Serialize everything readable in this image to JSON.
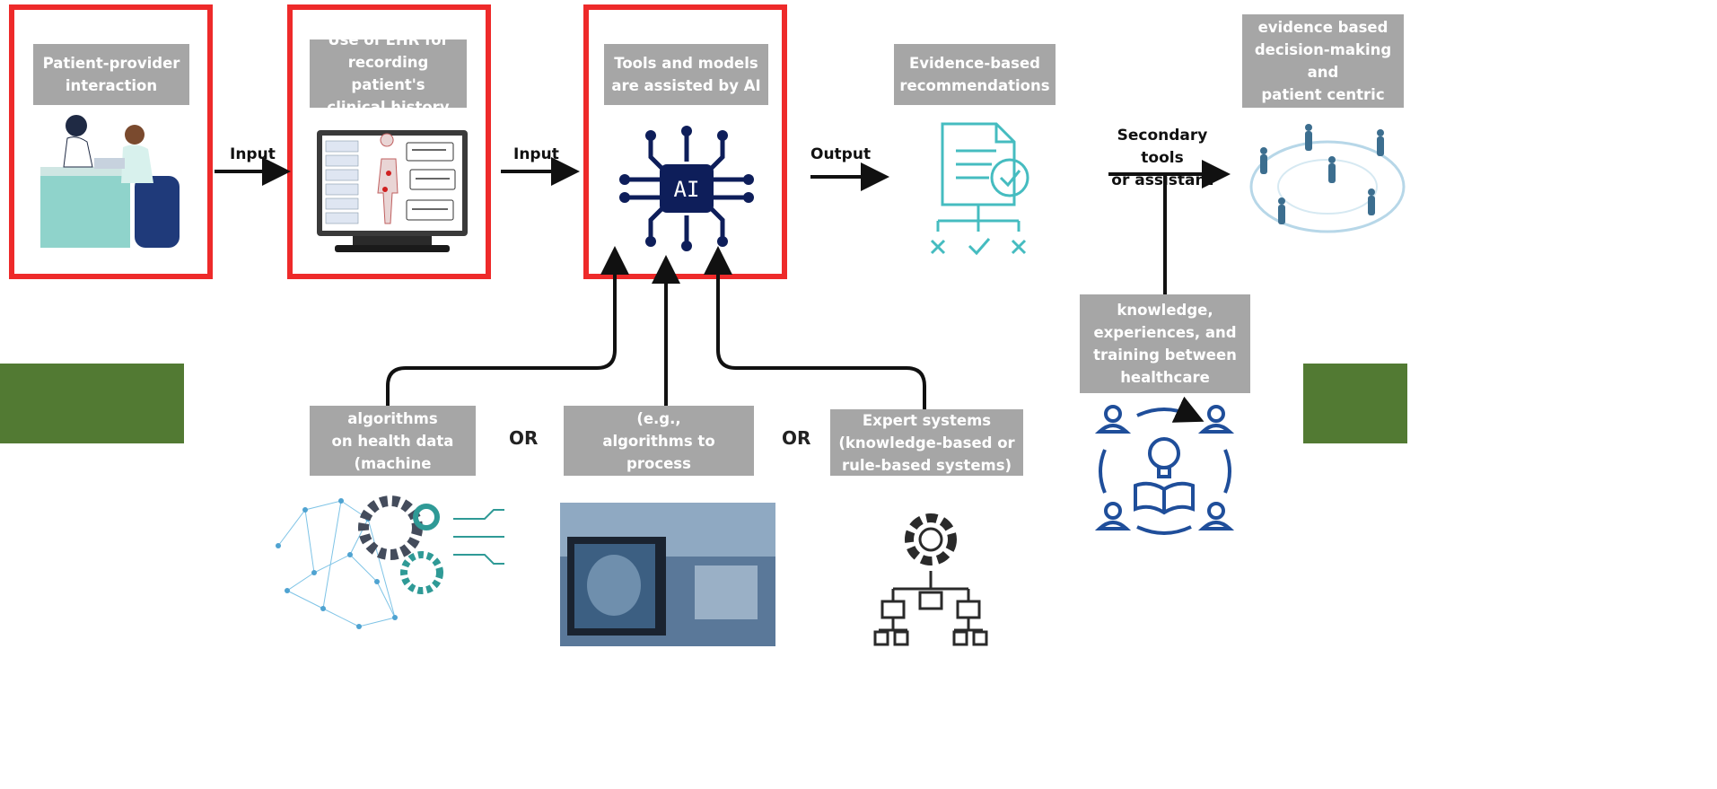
{
  "colors": {
    "frame": "#ee2a2a",
    "label_bg": "#a6a6a6",
    "side_bar": "#527a33",
    "ai_chip": "#0e1e5a",
    "teal": "#45bcc0",
    "arrow": "#111111"
  },
  "boxes": [
    {
      "label": "Patient-provider\ninteraction",
      "image": "doctor-patient-consultation"
    },
    {
      "label": "Use of EHR for\nrecording patient's\nclinical history",
      "image": "ehr-monitor"
    },
    {
      "label": "Tools and models\nare assisted by AI",
      "image": "ai-chip",
      "chip_text": "AI"
    }
  ],
  "arrows": {
    "input_1": "Input",
    "input_2": "Input",
    "output": "Output",
    "secondary": "Secondary tools\nor assistant"
  },
  "recommendations": {
    "label": "Evidence-based\nrecommendations",
    "image": "document-check-icon"
  },
  "outcome": {
    "label": "Optimised and\nevidence based\ndecision-making and\npatient centric care",
    "image": "connected-workforce-network"
  },
  "shared": {
    "label": "Shared knowledge,\nexperiences, and\ntraining between\nhealthcare workforce",
    "image": "knowledge-sharing-cycle-icon"
  },
  "methods": [
    {
      "label": "Training algorithms\non health data\n(machine learning)",
      "image": "brain-gears-network"
    },
    {
      "label": "Computer vision (e.g.,\nalgorithms to process\nmedical images)",
      "image": "medical-imaging-photo"
    },
    {
      "label": "Expert systems\n(knowledge-based or\nrule-based systems)",
      "image": "gear-hierarchy-icon"
    }
  ],
  "or_label": "OR"
}
